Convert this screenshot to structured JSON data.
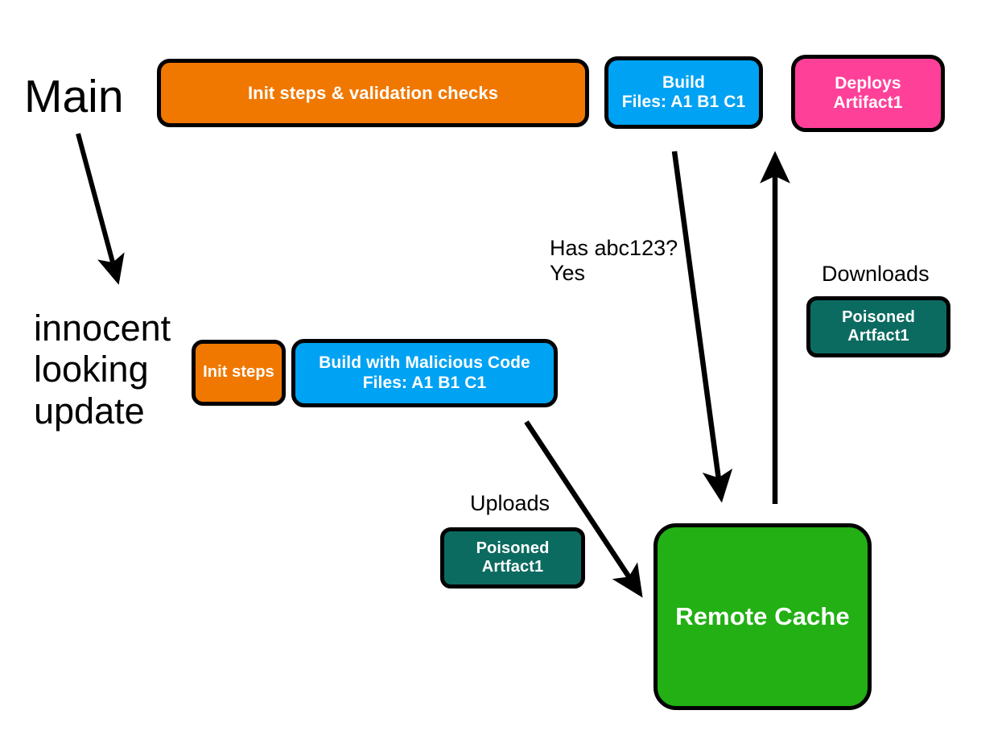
{
  "diagram": {
    "title_text": "Main",
    "branch_text": "innocent\nlooking\nupdate",
    "nodes": {
      "init_validate": {
        "label": "Init steps & validation checks",
        "color": "#F07800"
      },
      "build_main": {
        "label": "Build\nFiles: A1  B1  C1",
        "color": "#00A2F3"
      },
      "deploys": {
        "label": "Deploys\nArtifact1",
        "color": "#FF4099"
      },
      "init_steps": {
        "label": "Init steps",
        "color": "#F07800"
      },
      "build_malicious": {
        "label": "Build with Malicious Code\nFiles: A1  B1  C1",
        "color": "#00A2F3"
      },
      "artifact_upload": {
        "label": "Poisoned\nArtfact1",
        "color": "#0C6B61"
      },
      "artifact_download": {
        "label": "Poisoned\nArtfact1",
        "color": "#0C6B61"
      },
      "remote_cache": {
        "label": "Remote Cache",
        "color": "#22B014"
      }
    },
    "annotations": {
      "cache_query": "Has abc123?\nYes",
      "downloads": "Downloads",
      "uploads": "Uploads"
    },
    "arrow_color": "#000000",
    "background": "#ffffff"
  }
}
